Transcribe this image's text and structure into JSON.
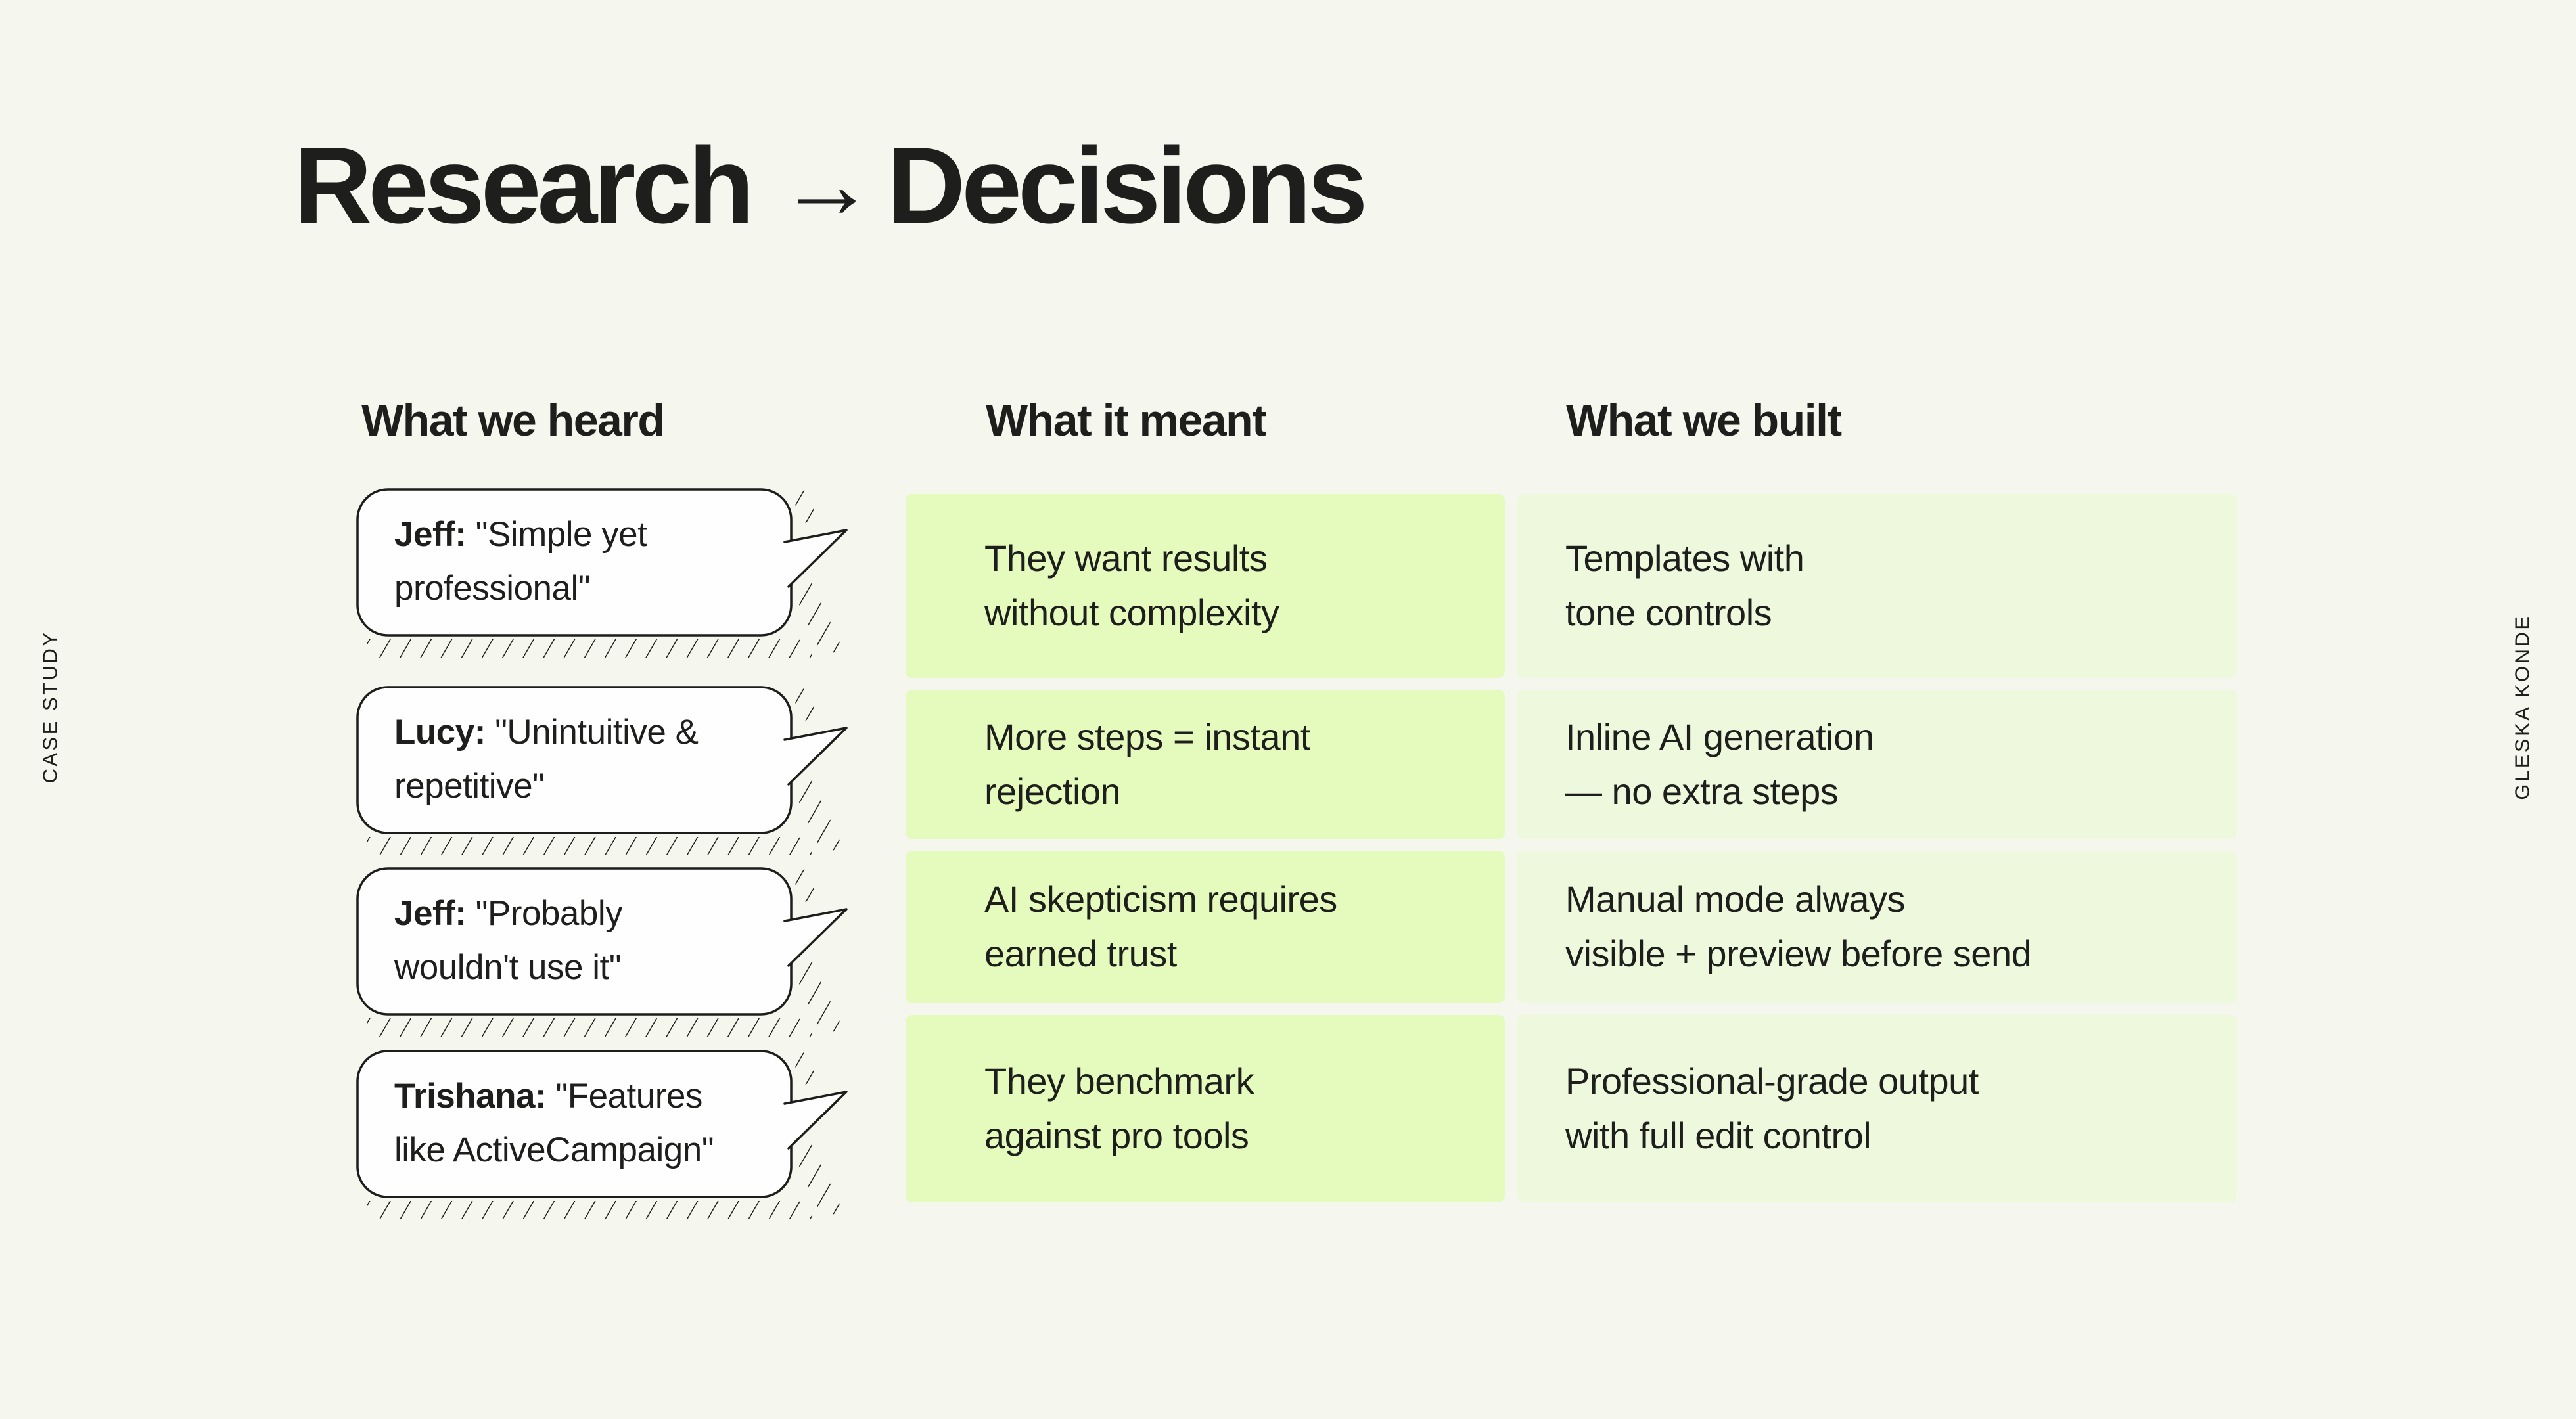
{
  "title": {
    "left_word": "Research",
    "arrow": "→",
    "right_word": "Decisions"
  },
  "side_labels": {
    "left": "CASE STUDY",
    "right": "GLESKA KONDE"
  },
  "columns": {
    "heard": {
      "header": "What we heard"
    },
    "meant": {
      "header": "What it meant"
    },
    "built": {
      "header": "What we built"
    }
  },
  "rows": [
    {
      "speaker": "Jeff:",
      "quote": "\"Simple yet\nprofessional\"",
      "meant": "They want results\nwithout complexity",
      "built": "Templates with\ntone controls"
    },
    {
      "speaker": "Lucy:",
      "quote": "\"Unintuitive &\nrepetitive\"",
      "meant": "More steps = instant\nrejection",
      "built": "Inline AI generation\n— no extra steps"
    },
    {
      "speaker": "Jeff:",
      "quote": "\"Probably\nwouldn't use it\"",
      "meant": "AI skepticism requires\nearned trust",
      "built": "Manual mode always\nvisible + preview before send"
    },
    {
      "speaker": "Trishana:",
      "quote": "\"Features\nlike ActiveCampaign\"",
      "meant": "They benchmark\nagainst pro tools",
      "built": "Professional-grade output\nwith full edit control"
    }
  ],
  "colors": {
    "bg": "#f5f6ee",
    "ink": "#1e1e1c",
    "bubble_bg": "#fefefe",
    "meant_bg": "#e4fbbd",
    "built_bg": "#edf8dc"
  }
}
